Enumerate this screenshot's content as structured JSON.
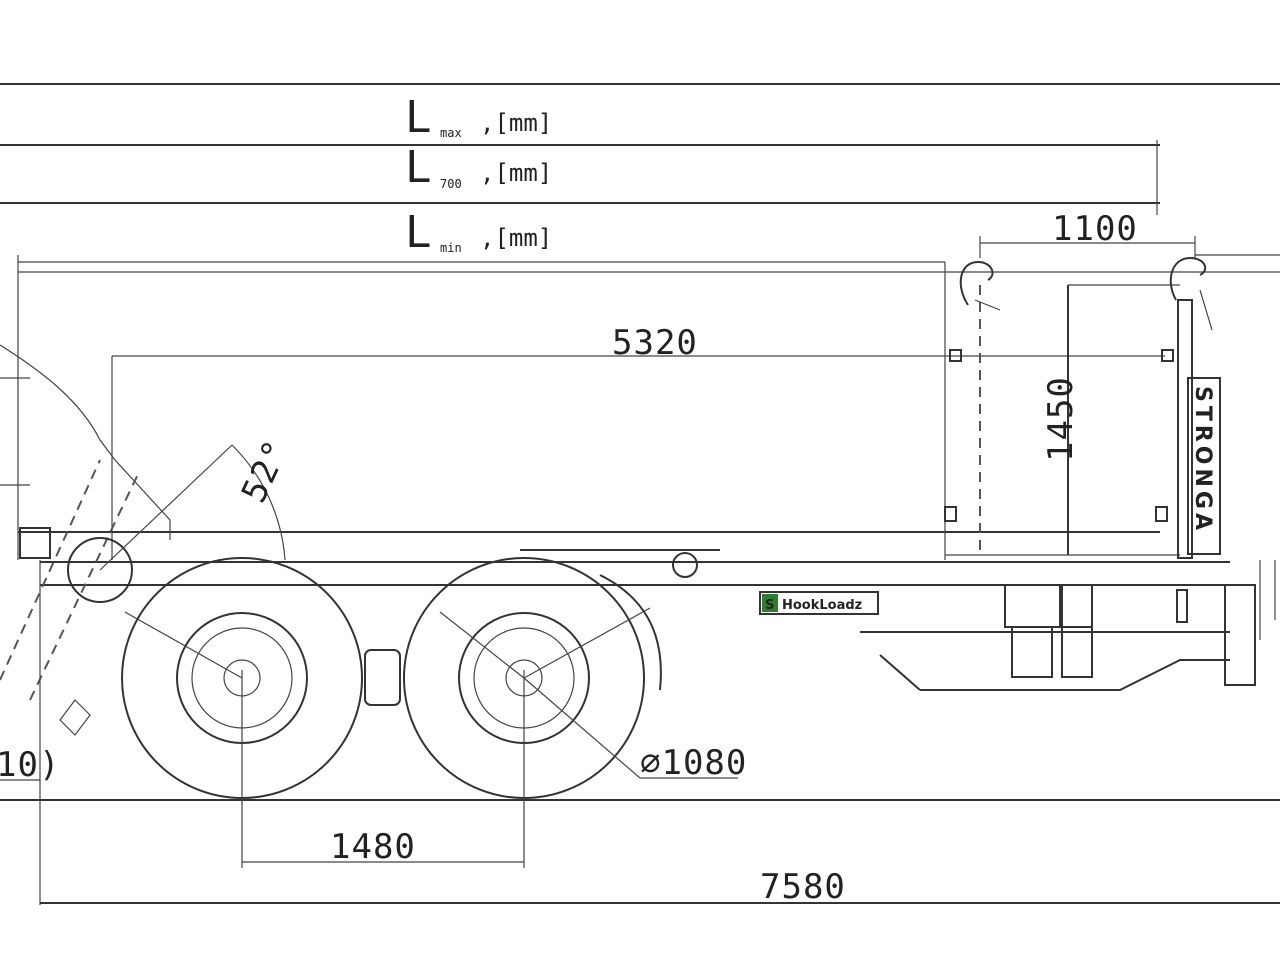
{
  "dimensions": {
    "l_max": {
      "symbol": "L",
      "subscript": "max",
      "unit": ",[mm]"
    },
    "l_700": {
      "symbol": "L",
      "subscript": "700",
      "unit": ",[mm]"
    },
    "l_min": {
      "symbol": "L",
      "subscript": "min",
      "unit": ",[mm]"
    },
    "hook_offset": "1100",
    "body_length": "5320",
    "hook_height": "1450",
    "tilt_angle": "52°",
    "wheel_diameter": "⌀1080",
    "axle_spacing": "1480",
    "overall_length": "7580",
    "front_partial": "10)"
  },
  "labels": {
    "vertical_brand": "STRONGA",
    "plate_brand": "HookLoadz",
    "plate_logo": "S"
  },
  "colors": {
    "line": "#333333",
    "brand_green": "#2e7d32",
    "background": "#ffffff"
  }
}
